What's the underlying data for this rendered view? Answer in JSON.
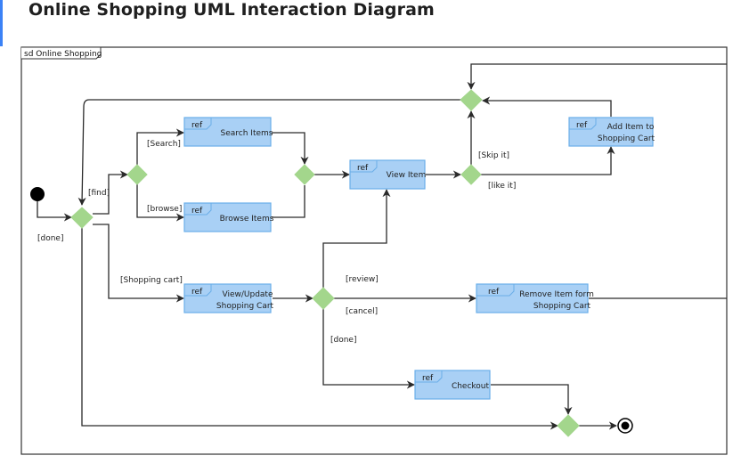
{
  "title": "Online Shopping UML Interaction Diagram",
  "frame": {
    "label": "sd Online Shopping"
  },
  "ref_tag": "ref",
  "boxes": {
    "search_items": {
      "lines": [
        "Search Items"
      ]
    },
    "browse_items": {
      "lines": [
        "Browse Items"
      ]
    },
    "view_item": {
      "lines": [
        "View Item"
      ]
    },
    "add_item": {
      "lines": [
        "Add Item to",
        "Shopping Cart"
      ]
    },
    "view_update_cart": {
      "lines": [
        "View/Update",
        "Shopping Cart"
      ]
    },
    "remove_item": {
      "lines": [
        "Remove Item form",
        "Shopping Cart"
      ]
    },
    "checkout": {
      "lines": [
        "Checkout"
      ]
    }
  },
  "labels": {
    "search": "[Search]",
    "browse": "[browse]",
    "find": "[find]",
    "done_left": "[done]",
    "shopping_cart": "[Shopping cart]",
    "skip_it": "[Skip it]",
    "like_it": "[like it]",
    "review": "[review]",
    "cancel": "[cancel]",
    "done_mid": "[done]"
  },
  "colors": {
    "box_fill": "#a9d0f5",
    "box_stroke": "#6aaee8",
    "decision": "#a3d68c",
    "line": "#2a2a2a"
  }
}
